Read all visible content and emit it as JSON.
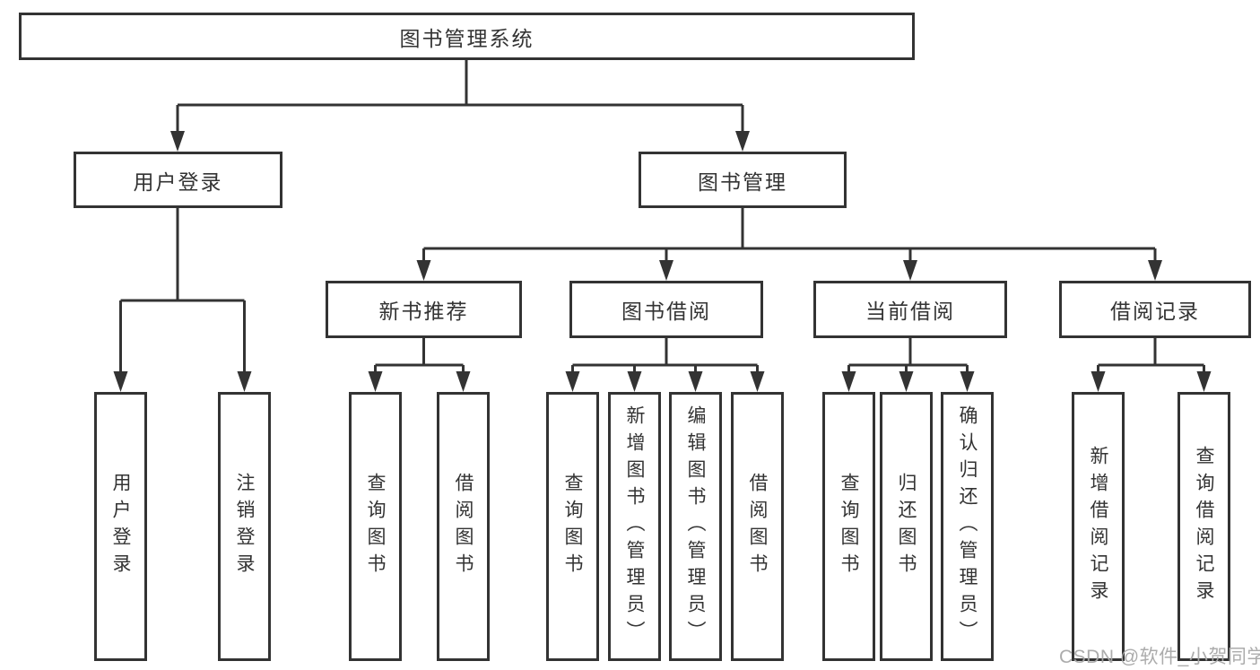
{
  "tree": {
    "label": "图书管理系统",
    "children": [
      {
        "label": "用户登录",
        "children": [
          {
            "label": "用户登录"
          },
          {
            "label": "注销登录"
          }
        ]
      },
      {
        "label": "图书管理",
        "children": [
          {
            "label": "新书推荐",
            "children": [
              {
                "label": "查询图书"
              },
              {
                "label": "借阅图书"
              }
            ]
          },
          {
            "label": "图书借阅",
            "children": [
              {
                "label": "查询图书"
              },
              {
                "label": "新增图书（管理员）"
              },
              {
                "label": "编辑图书（管理员）"
              },
              {
                "label": "借阅图书"
              }
            ]
          },
          {
            "label": "当前借阅",
            "children": [
              {
                "label": "查询图书"
              },
              {
                "label": "归还图书"
              },
              {
                "label": "确认归还（管理员）"
              }
            ]
          },
          {
            "label": "借阅记录",
            "children": [
              {
                "label": "新增借阅记录"
              },
              {
                "label": "查询借阅记录"
              }
            ]
          }
        ]
      }
    ]
  },
  "watermark": {
    "text": "CSDN @软件_小贺同学"
  },
  "colors": {
    "line": "#333333",
    "text": "#333333",
    "box_background": "#ffffff",
    "page_background": "#ffffff",
    "watermark": "#a8a8a8"
  }
}
